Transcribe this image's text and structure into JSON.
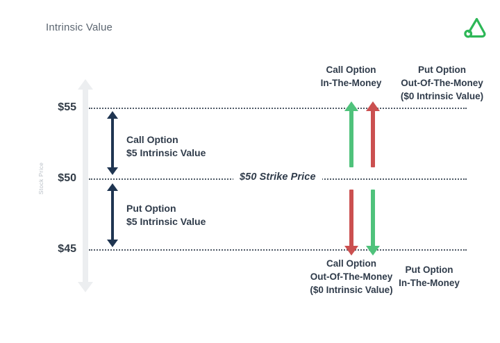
{
  "header": {
    "title": "Intrinsic Value",
    "logo_name": "brand-logo",
    "logo_color": "#2db757"
  },
  "chart_data": {
    "type": "diagram",
    "title": "Intrinsic Value",
    "ylabel": "Stock Price",
    "yticks": [
      "$55",
      "$50",
      "$45"
    ],
    "ytick_values": [
      55,
      50,
      45
    ],
    "strike_price": 50,
    "strike_label": "$50 Strike Price",
    "grid": "dotted horizontal lines at $55, $50, $45",
    "measures": [
      {
        "name": "call-intrinsic",
        "line1": "Call Option",
        "line2": "$5 Intrinsic Value",
        "from": 50,
        "to": 55,
        "color": "#1f3551"
      },
      {
        "name": "put-intrinsic",
        "line1": "Put Option",
        "line2": "$5 Intrinsic Value",
        "from": 45,
        "to": 50,
        "color": "#1f3551"
      }
    ],
    "arrows": [
      {
        "name": "call-itm-arrow",
        "direction": "up",
        "from": 50,
        "to": 55,
        "color": "#4fc27b",
        "label": [
          "Call Option",
          "In-The-Money"
        ]
      },
      {
        "name": "put-otm-arrow",
        "direction": "up",
        "from": 50,
        "to": 55,
        "color": "#cb5050",
        "label": [
          "Put Option",
          "Out-Of-The-Money",
          "($0 Intrinsic Value)"
        ]
      },
      {
        "name": "call-otm-arrow",
        "direction": "down",
        "from": 50,
        "to": 45,
        "color": "#cb5050",
        "label": [
          "Call Option",
          "Out-Of-The-Money",
          "($0 Intrinsic Value)"
        ]
      },
      {
        "name": "put-itm-arrow",
        "direction": "down",
        "from": 50,
        "to": 45,
        "color": "#4fc27b",
        "label": [
          "Put Option",
          "In-The-Money"
        ]
      }
    ],
    "colors": {
      "in_the_money": "#4fc27b",
      "out_of_the_money": "#cb5050",
      "measure": "#1f3551",
      "text": "#2f3b4a",
      "axis": "#eceef0"
    }
  },
  "axis": {
    "label": "Stock Price",
    "ticks": {
      "t55": "$55",
      "t50": "$50",
      "t45": "$45"
    }
  },
  "strike": {
    "label": "$50 Strike Price"
  },
  "measures": {
    "call": {
      "line1": "Call Option",
      "line2": "$5 Intrinsic Value"
    },
    "put": {
      "line1": "Put Option",
      "line2": "$5 Intrinsic Value"
    }
  },
  "callouts": {
    "call_itm": {
      "line1": "Call Option",
      "line2": "In-The-Money"
    },
    "put_otm": {
      "line1": "Put Option",
      "line2": "Out-Of-The-Money",
      "line3": "($0 Intrinsic Value)"
    },
    "call_otm": {
      "line1": "Call Option",
      "line2": "Out-Of-The-Money",
      "line3": "($0 Intrinsic Value)"
    },
    "put_itm": {
      "line1": "Put Option",
      "line2": "In-The-Money"
    }
  }
}
